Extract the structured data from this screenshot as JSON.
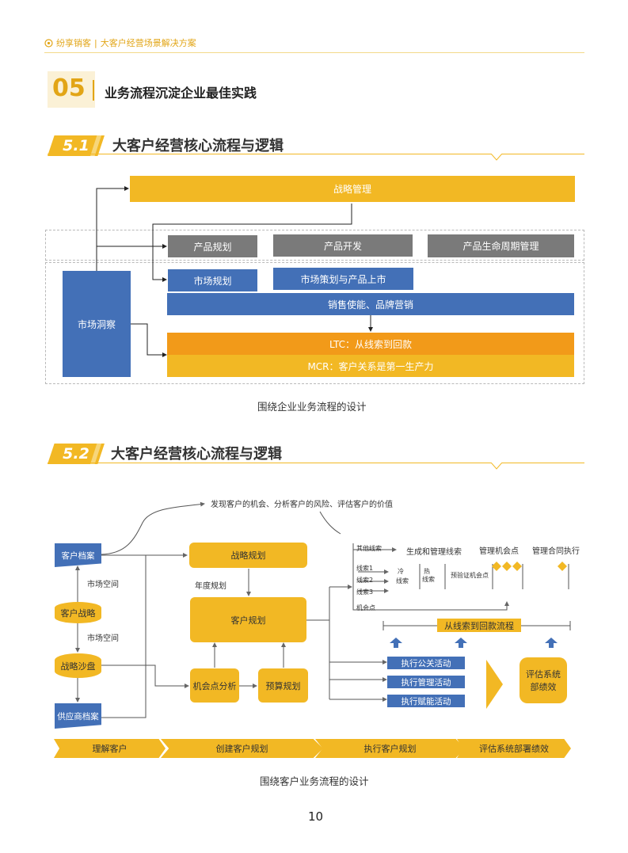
{
  "header": {
    "brand": "纷享销客",
    "separator": "|",
    "subtitle": "大客户经营场景解决方案"
  },
  "chapter": {
    "number": "05",
    "title": "业务流程沉淀企业最佳实践"
  },
  "section1": {
    "badge": "5.1",
    "title": "大客户经营核心流程与逻辑",
    "boxes": {
      "strategy": "战略管理",
      "product_plan": "产品规划",
      "product_dev": "产品开发",
      "product_lifecycle": "产品生命周期管理",
      "market_plan": "市场规划",
      "market_launch": "市场策划与产品上市",
      "market_insight": "市场洞察",
      "sales_enable": "销售使能、品牌营销",
      "ltc": "LTC：从线索到回款",
      "mcr": "MCR：客户关系是第一生产力"
    },
    "caption": "围绕企业业务流程的设计"
  },
  "section2": {
    "badge": "5.2",
    "title": "大客户经营核心流程与逻辑",
    "callout": "发现客户的机会、分析客户的风险、评估客户的价值",
    "left": {
      "customer_file": "客户档案",
      "market_space_1": "市场空间",
      "customer_strategy": "客户战略",
      "market_space_2": "市场空间",
      "strategy_sandbox": "战略沙盘",
      "supplier_file": "供应商档案"
    },
    "mid": {
      "strategic_plan": "战略规划",
      "annual_plan": "年度规划",
      "customer_plan": "客户规划",
      "opportunity_analysis": "机会点分析",
      "budget_plan": "预算规划"
    },
    "right": {
      "other_leads": "其他线索",
      "gen_manage_leads": "生成和管理线索",
      "manage_opps": "管理机会点",
      "manage_contracts": "管理合同执行",
      "lead1": "线索1",
      "lead2": "线索2",
      "lead3": "线索3",
      "opp_point": "机会点",
      "cold": "冷",
      "cold2": "线索",
      "hot": "热",
      "hot2": "线索",
      "verify_opp": "预验证机会点",
      "lead_to_cash": "从线索到回款流程",
      "exec_pr": "执行公关活动",
      "exec_mgmt": "执行管理活动",
      "exec_enable": "执行赋能活动",
      "eval_1": "评估系统",
      "eval_2": "部绩效"
    },
    "phases": [
      "理解客户",
      "创建客户规划",
      "执行客户规划",
      "评估系统部署绩效"
    ],
    "caption": "围绕客户业务流程的设计"
  },
  "page_number": "10"
}
